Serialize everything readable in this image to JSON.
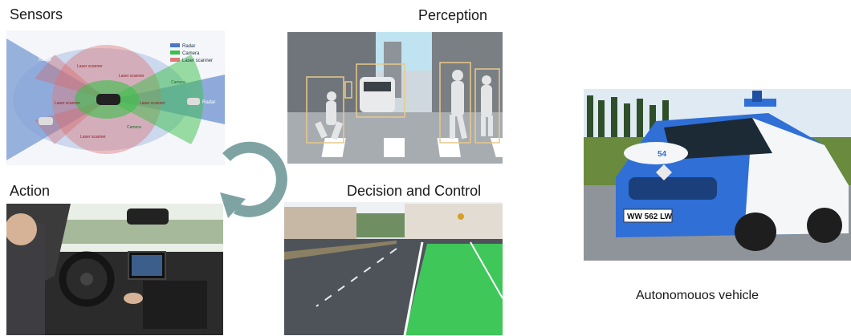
{
  "labels": {
    "sensors": "Sensors",
    "perception": "Perception",
    "action": "Action",
    "decision": "Decision and Control",
    "vehicle_caption": "Autonomouos vehicle"
  },
  "sensor_legend": {
    "radar": "Radar",
    "camera": "Camera",
    "laser": "Laser scanner"
  },
  "sensor_zone_labels": {
    "radar": "Radar",
    "laser": "Laser scanner",
    "camera": "Camera"
  },
  "license_plate": "WW 562 LW",
  "car_badge": "54",
  "colors": {
    "radar": "#4a78c4",
    "camera": "#3bbf4a",
    "laser": "#e07a7a",
    "cycle_arrow": "#7fa3a3",
    "path_overlay": "#3ddc5a",
    "car_blue": "#2f6fd6"
  },
  "icons": {
    "cycle": "circular-arrow-icon"
  }
}
